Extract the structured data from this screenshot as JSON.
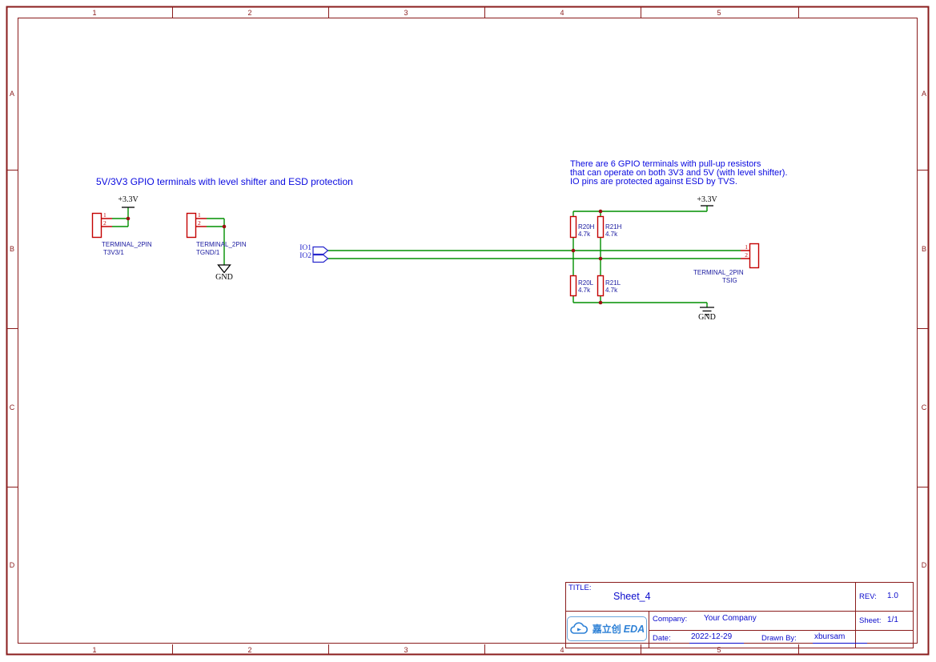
{
  "colors": {
    "frame": "#8a1c1c",
    "wire": "#008f00",
    "symbol_outline": "#c40000",
    "junction": "#9b1010",
    "net_flag": "#2626cc",
    "annotation": "#0a0ae0",
    "component_label": "#1a1aa0",
    "title_text": "#0b0bcc",
    "logo_blue": "#2e81d6"
  },
  "frame": {
    "columns": [
      "1",
      "2",
      "3",
      "4",
      "5"
    ],
    "rows": [
      "A",
      "B",
      "C",
      "D"
    ]
  },
  "annotations": {
    "left_note": "5V/3V3 GPIO terminals with level shifter and ESD protection",
    "right_note_line1": "There are 6 GPIO terminals with pull-up resistors",
    "right_note_line2": "that can operate on both 3V3 and 5V (with level shifter).",
    "right_note_line3": "IO pins are protected against ESD by TVS."
  },
  "schematic": {
    "terminal_part": "TERMINAL_2PIN",
    "pin1": "1",
    "pin2": "2",
    "power_net": "+3.3V",
    "gnd_net": "GND",
    "t3v3_ref": "T3V3/1",
    "tgnd_ref": "TGND/1",
    "tsig_ref": "TSIG",
    "io1": "IO1",
    "io2": "IO2",
    "r20h_ref": "R20H",
    "r20h_value": "4.7k",
    "r21h_ref": "R21H",
    "r21h_value": "4.7k",
    "r20l_ref": "R20L",
    "r20l_value": "4.7k",
    "r21l_ref": "R21L",
    "r21l_value": "4.7k"
  },
  "title_block": {
    "title_label": "TITLE:",
    "title": "Sheet_4",
    "rev_label": "REV:",
    "rev": "1.0",
    "company_label": "Company:",
    "company": "Your Company",
    "sheet_label": "Sheet:",
    "sheet": "1/1",
    "date_label": "Date:",
    "date": "2022-12-29",
    "drawn_by_label": "Drawn By:",
    "drawn_by": "xbursam",
    "logo_cn": "嘉立创",
    "logo_en": "EDA"
  }
}
